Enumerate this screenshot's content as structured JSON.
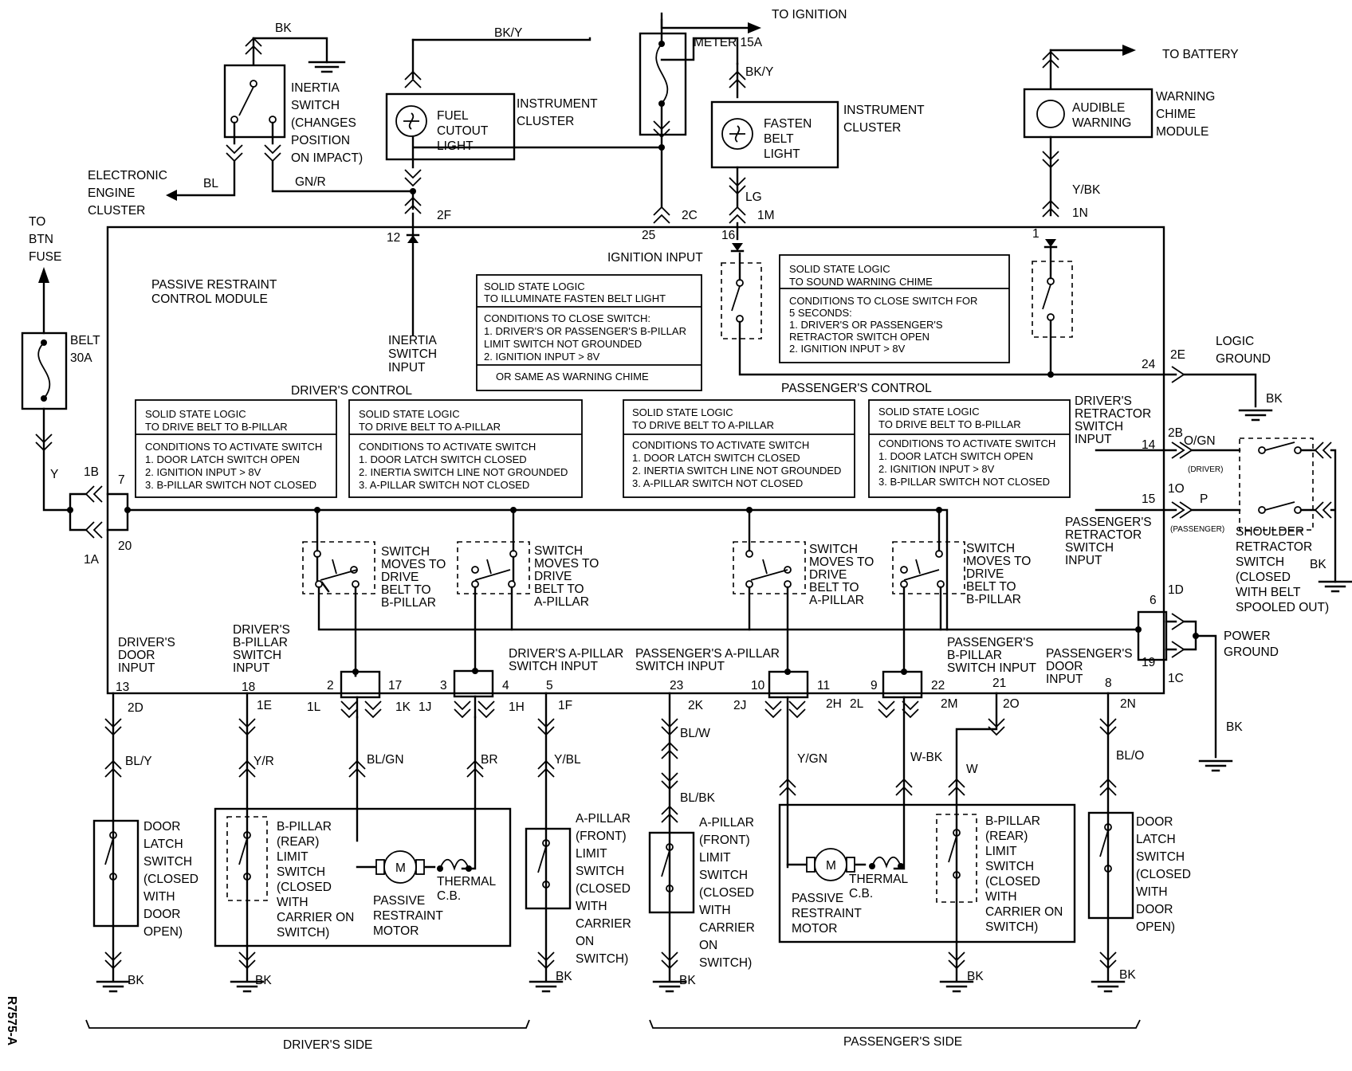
{
  "figure_id": "R7575-A",
  "top": {
    "to_ignition": "TO IGNITION",
    "to_battery": "TO BATTERY",
    "meter_fuse": "METER 15A",
    "bk_y_1": "BK/Y",
    "bk_y_2": "BK/Y",
    "bk_ground": "BK",
    "inertia_switch": [
      "INERTIA",
      "SWITCH",
      "(CHANGES",
      "POSITION",
      "ON IMPACT)"
    ],
    "electronic_engine": [
      "ELECTRONIC",
      "ENGINE",
      "CLUSTER"
    ],
    "bl": "BL",
    "gn_r": "GN/R",
    "fuel_cutout": [
      "FUEL",
      "CUTOUT",
      "LIGHT"
    ],
    "instrument_cluster_1": [
      "INSTRUMENT",
      "CLUSTER"
    ],
    "fasten_belt": [
      "FASTEN",
      "BELT",
      "LIGHT"
    ],
    "instrument_cluster_2": [
      "INSTRUMENT",
      "CLUSTER"
    ],
    "audible_warning": [
      "AUDIBLE",
      "WARNING"
    ],
    "warning_chime": [
      "WARNING",
      "CHIME",
      "MODULE"
    ],
    "lg": "LG",
    "y_bk": "Y/BK",
    "to_btn_fuse": [
      "TO",
      "BTN",
      "FUSE"
    ],
    "belt_fuse": [
      "BELT",
      "30A"
    ],
    "y": "Y"
  },
  "pins": {
    "p2f": "2F",
    "p12": "12",
    "p25": "25",
    "p2c": "2C",
    "p16": "16",
    "p1m": "1M",
    "p1": "1",
    "p1n": "1N",
    "p24": "24",
    "p2e": "2E",
    "p14": "14",
    "p2b": "2B",
    "p15": "15",
    "p1o": "1O",
    "p6": "6",
    "p1d": "1D",
    "p19": "19",
    "p1c": "1C",
    "p1b": "1B",
    "p7": "7",
    "p20": "20",
    "p1a": "1A",
    "p13": "13",
    "p18": "18",
    "p2": "2",
    "p17": "17",
    "p3": "3",
    "p4": "4",
    "p5": "5",
    "p23": "23",
    "p10": "10",
    "p11": "11",
    "p9": "9",
    "p22": "22",
    "p21": "21",
    "p8": "8",
    "p2d": "2D",
    "p1e": "1E",
    "p1l": "1L",
    "p1k": "1K",
    "p1j": "1J",
    "p1h": "1H",
    "p1f": "1F",
    "p2k": "2K",
    "p2j": "2J",
    "p2h": "2H",
    "p2l": "2L",
    "p2m": "2M",
    "p2o": "2O",
    "p2n": "2N"
  },
  "module": {
    "title": [
      "PASSIVE RESTRAINT",
      "CONTROL MODULE"
    ],
    "ignition_input": "IGNITION INPUT",
    "inertia_input": [
      "INERTIA",
      "SWITCH",
      "INPUT"
    ],
    "drivers_control": "DRIVER'S CONTROL",
    "passengers_control": "PASSENGER'S CONTROL",
    "logic_ground": [
      "LOGIC",
      "GROUND"
    ],
    "driver_retractor": [
      "DRIVER'S",
      "RETRACTOR",
      "SWITCH",
      "INPUT"
    ],
    "passenger_retractor": [
      "PASSENGER'S",
      "RETRACTOR",
      "SWITCH",
      "INPUT"
    ],
    "power_ground": [
      "POWER",
      "GROUND"
    ],
    "drivers_door": [
      "DRIVER'S",
      "DOOR",
      "INPUT"
    ],
    "drivers_bpillar": [
      "DRIVER'S",
      "B-PILLAR",
      "SWITCH",
      "INPUT"
    ],
    "drivers_apillar": [
      "DRIVER'S A-PILLAR",
      "SWITCH INPUT"
    ],
    "passengers_apillar": [
      "PASSENGER'S A-PILLAR",
      "SWITCH INPUT"
    ],
    "passengers_bpillar": [
      "PASSENGER'S",
      "B-PILLAR",
      "SWITCH INPUT"
    ],
    "passengers_door": [
      "PASSENGER'S",
      "DOOR",
      "INPUT"
    ],
    "sw_bpillar": [
      "SWITCH",
      "MOVES TO",
      "DRIVE",
      "BELT TO",
      "B-PILLAR"
    ],
    "sw_apillar": [
      "SWITCH",
      "MOVES TO",
      "DRIVE",
      "BELT TO",
      "A-PILLAR"
    ]
  },
  "logic_boxes": {
    "fasten": {
      "title": [
        "SOLID STATE LOGIC",
        "TO ILLUMINATE FASTEN BELT LIGHT"
      ],
      "body": [
        "CONDITIONS TO CLOSE SWITCH:",
        "1. DRIVER'S OR PASSENGER'S B-PILLAR",
        "LIMIT SWITCH NOT GROUNDED",
        "2. IGNITION INPUT > 8V"
      ],
      "footer": "OR SAME AS WARNING CHIME"
    },
    "chime": {
      "title": [
        "SOLID STATE LOGIC",
        "TO SOUND WARNING CHIME"
      ],
      "body": [
        "CONDITIONS TO CLOSE SWITCH FOR",
        "5 SECONDS:",
        "1. DRIVER'S OR PASSENGER'S",
        "RETRACTOR SWITCH OPEN",
        "2. IGNITION INPUT > 8V"
      ]
    },
    "drv_b": {
      "title": [
        "SOLID STATE LOGIC",
        "TO DRIVE BELT TO B-PILLAR"
      ],
      "body": [
        "CONDITIONS TO ACTIVATE SWITCH",
        "1. DOOR LATCH SWITCH OPEN",
        "2. IGNITION INPUT > 8V",
        "3. B-PILLAR SWITCH NOT CLOSED"
      ]
    },
    "drv_a": {
      "title": [
        "SOLID STATE LOGIC",
        "TO DRIVE BELT TO A-PILLAR"
      ],
      "body": [
        "CONDITIONS TO ACTIVATE SWITCH",
        "1. DOOR LATCH SWITCH CLOSED",
        "2. INERTIA SWITCH LINE NOT GROUNDED",
        "3. A-PILLAR SWITCH NOT CLOSED"
      ]
    },
    "pas_a": {
      "title": [
        "SOLID STATE LOGIC",
        "TO DRIVE BELT TO A-PILLAR"
      ],
      "body": [
        "CONDITIONS TO ACTIVATE SWITCH",
        "1. DOOR LATCH SWITCH CLOSED",
        "2. INERTIA SWITCH LINE NOT GROUNDED",
        "3. A-PILLAR SWITCH NOT CLOSED"
      ]
    },
    "pas_b": {
      "title": [
        "SOLID STATE LOGIC",
        "TO DRIVE BELT TO B-PILLAR"
      ],
      "body": [
        "CONDITIONS TO ACTIVATE SWITCH",
        "1. DOOR LATCH SWITCH OPEN",
        "2. IGNITION INPUT > 8V",
        "3. B-PILLAR SWITCH NOT CLOSED"
      ]
    }
  },
  "right": {
    "bk_logic": "BK",
    "o_gn": "O/GN",
    "driver_tag": "(DRIVER)",
    "p": "P",
    "passenger_tag": "(PASSENGER)",
    "shoulder": [
      "SHOULDER",
      "RETRACTOR",
      "SWITCH",
      "(CLOSED",
      "WITH BELT",
      "SPOOLED OUT)"
    ],
    "bk_shoulder": "BK",
    "bk_power": "BK"
  },
  "wires": {
    "bl_y": "BL/Y",
    "y_r": "Y/R",
    "bl_gn": "BL/GN",
    "br": "BR",
    "y_bl": "Y/BL",
    "bl_w": "BL/W",
    "bl_bk": "BL/BK",
    "y_gn": "Y/GN",
    "w_bk": "W-BK",
    "w": "W",
    "bl_o": "BL/O"
  },
  "bottom": {
    "door_latch_drv": [
      "DOOR",
      "LATCH",
      "SWITCH",
      "(CLOSED",
      "WITH",
      "DOOR",
      "OPEN)"
    ],
    "bpillar_drv": [
      "B-PILLAR",
      "(REAR)",
      "LIMIT",
      "SWITCH",
      "(CLOSED",
      "WITH",
      "CARRIER ON",
      "SWITCH)"
    ],
    "motor_drv": [
      "PASSIVE",
      "RESTRAINT",
      "MOTOR"
    ],
    "thermal_drv": [
      "THERMAL",
      "C.B."
    ],
    "apillar_drv": [
      "A-PILLAR",
      "(FRONT)",
      "LIMIT",
      "SWITCH",
      "(CLOSED",
      "WITH",
      "CARRIER",
      "ON",
      "SWITCH)"
    ],
    "apillar_pas": [
      "A-PILLAR",
      "(FRONT)",
      "LIMIT",
      "SWITCH",
      "(CLOSED",
      "WITH",
      "CARRIER",
      "ON",
      "SWITCH)"
    ],
    "motor_pas": [
      "PASSIVE",
      "RESTRAINT",
      "MOTOR"
    ],
    "thermal_pas": [
      "THERMAL",
      "C.B."
    ],
    "bpillar_pas": [
      "B-PILLAR",
      "(REAR)",
      "LIMIT",
      "SWITCH",
      "(CLOSED",
      "WITH",
      "CARRIER ON",
      "SWITCH)"
    ],
    "door_latch_pas": [
      "DOOR",
      "LATCH",
      "SWITCH",
      "(CLOSED",
      "WITH",
      "DOOR",
      "OPEN)"
    ],
    "motor_m": "M",
    "bk": "BK",
    "drivers_side": "DRIVER'S SIDE",
    "passengers_side": "PASSENGER'S SIDE"
  }
}
